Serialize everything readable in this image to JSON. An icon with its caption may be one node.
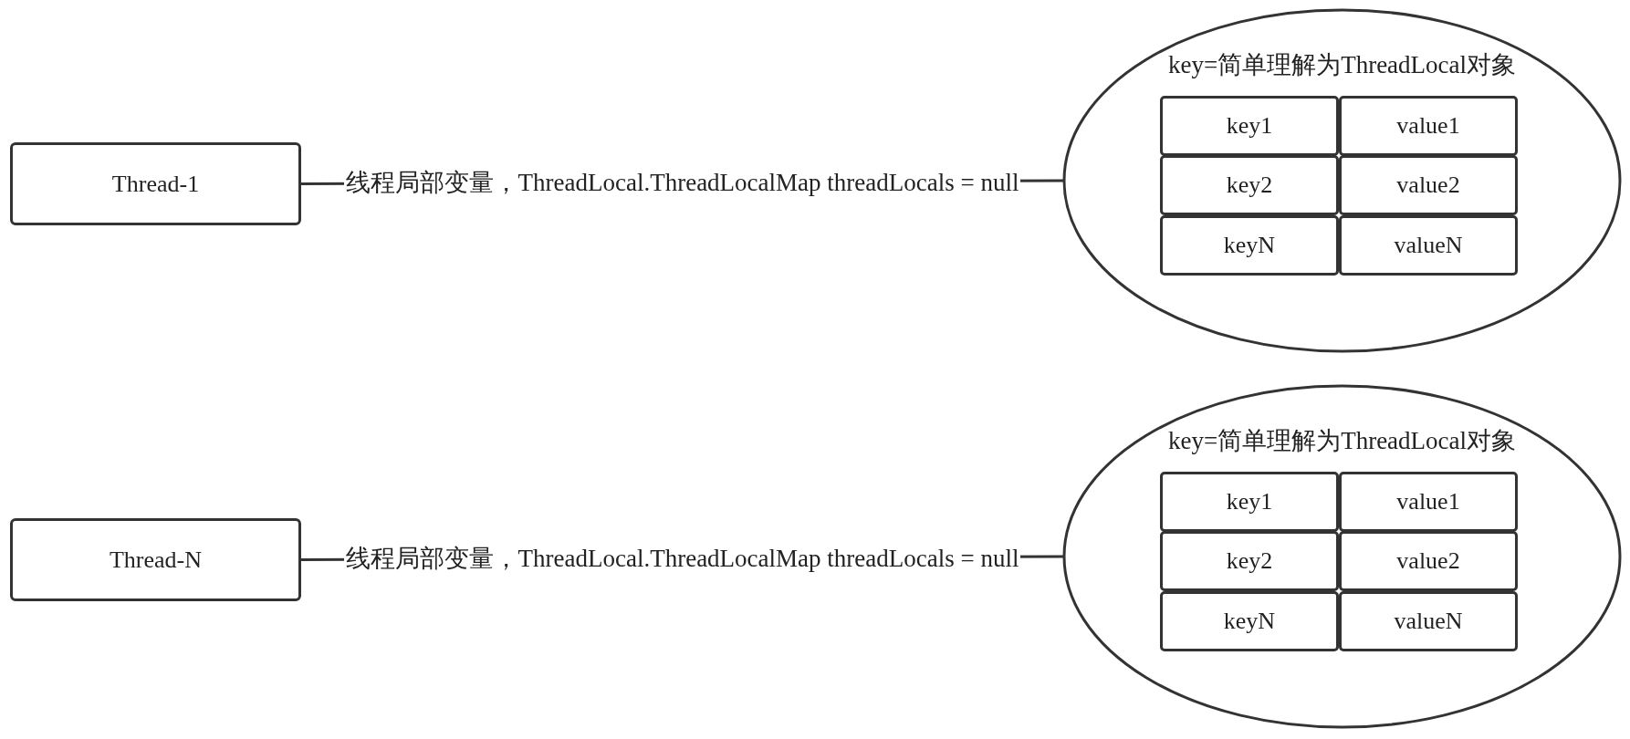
{
  "diagram": {
    "nodes": [
      {
        "text": [
          "Thread-1"
        ]
      },
      {
        "text": [
          "key=简单理解为ThreadLocal对象"
        ]
      },
      {
        "text": [
          "key1"
        ],
        "in": 1
      },
      {
        "text": [
          "value1"
        ],
        "in": 1
      },
      {
        "text": [
          "key2"
        ],
        "in": 1
      },
      {
        "text": [
          "value2"
        ],
        "in": 1
      },
      {
        "text": [
          "keyN"
        ],
        "in": 1
      },
      {
        "text": [
          "valueN"
        ],
        "in": 1
      },
      {
        "text": [
          "Thread-N"
        ]
      },
      {
        "text": [
          "key=简单理解为ThreadLocal对象"
        ]
      },
      {
        "text": [
          "key1"
        ],
        "in": 9
      },
      {
        "text": [
          "value1"
        ],
        "in": 9
      },
      {
        "text": [
          "key2"
        ],
        "in": 9
      },
      {
        "text": [
          "value2"
        ],
        "in": 9
      },
      {
        "text": [
          "keyN"
        ],
        "in": 9
      },
      {
        "text": [
          "valueN"
        ],
        "in": 9
      }
    ],
    "edges": [
      {
        "from": 0,
        "to": 1,
        "arrow": "none",
        "label": "线程局部变量，ThreadLocal.ThreadLocalMap threadLocals = null"
      },
      {
        "from": 8,
        "to": 9,
        "arrow": "none",
        "label": "线程局部变量，ThreadLocal.ThreadLocalMap threadLocals = null"
      }
    ]
  }
}
